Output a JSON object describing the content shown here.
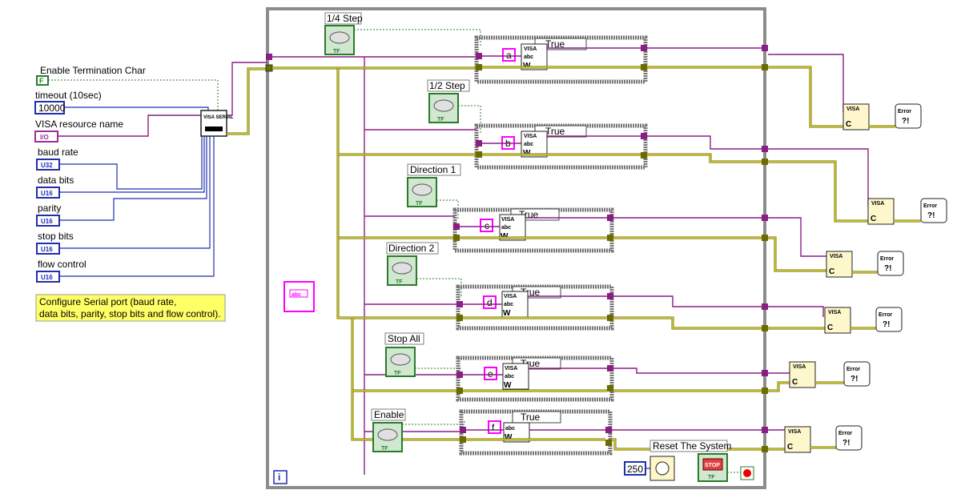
{
  "controls": {
    "term_char": {
      "label": "Enable Termination Char",
      "value": "F"
    },
    "timeout": {
      "label": "timeout (10sec)",
      "value": "10000"
    },
    "visa_name": {
      "label": "VISA resource name",
      "value": "I/0"
    },
    "baud": {
      "label": "baud rate",
      "type": "U32"
    },
    "data_bits": {
      "label": "data bits",
      "type": "U16"
    },
    "parity": {
      "label": "parity",
      "type": "U16"
    },
    "stop_bits": {
      "label": "stop bits",
      "type": "U16"
    },
    "flow": {
      "label": "flow control",
      "type": "U16"
    }
  },
  "comment": {
    "line1": "Configure Serial port (baud rate,",
    "line2": "data bits, parity, stop bits and flow control)."
  },
  "buttons": [
    {
      "label": "1/4 Step",
      "tf": "TF"
    },
    {
      "label": "1/2  Step",
      "tf": "TF"
    },
    {
      "label": "Direction 1",
      "tf": "TF"
    },
    {
      "label": "Direction 2",
      "tf": "TF"
    },
    {
      "label": "Stop All",
      "tf": "TF"
    },
    {
      "label": "Enable",
      "tf": "TF"
    }
  ],
  "cases": [
    {
      "selector": "True",
      "constant": "a"
    },
    {
      "selector": "True",
      "constant": "b"
    },
    {
      "selector": "True",
      "constant": "c"
    },
    {
      "selector": "True",
      "constant": "d"
    },
    {
      "selector": "True",
      "constant": "e"
    },
    {
      "selector": "True",
      "constant": "f"
    }
  ],
  "icons": {
    "visa_serial": "VISA SERIAL",
    "visa": "VISA",
    "abc": "abc",
    "w": "W",
    "close_c": "C",
    "error": "Error",
    "error_q": "?!",
    "str_abc": "abc",
    "stop": "STOP",
    "loop_i": "i",
    "config_i_o": "I/O"
  },
  "reset": {
    "label": "Reset The System",
    "tf": "TF"
  },
  "wait_value": "250",
  "colors": {
    "enum_wire": "#8a1e84",
    "error_wire": "#6b6b00",
    "bool_wire": "#2a7b2a",
    "num_wire": "#1f2fb0",
    "string_const": "#ff00ff"
  }
}
